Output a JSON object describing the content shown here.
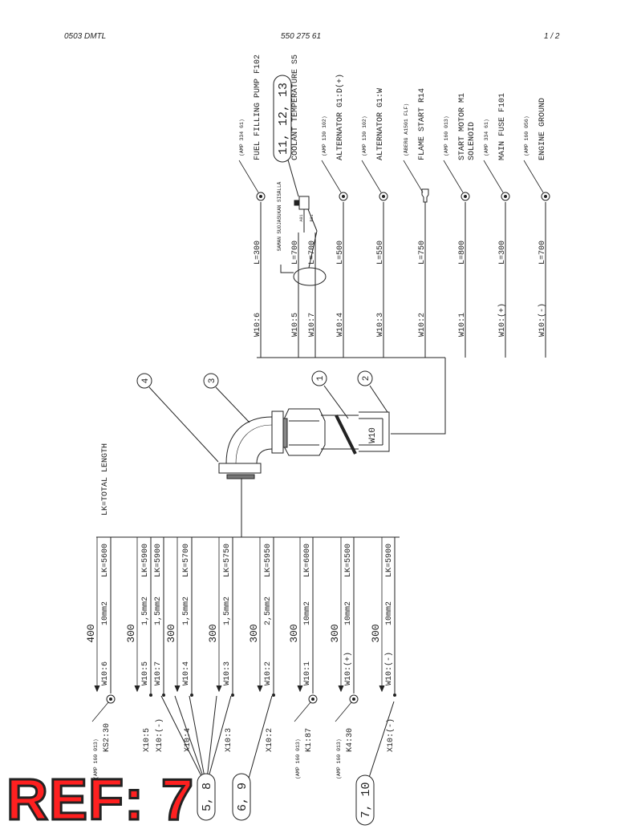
{
  "header": {
    "doc_code": "0503 DMTL",
    "part_number": "550 275 61",
    "page": "1 /  2"
  },
  "ref_label": "REF: 7",
  "total_length_note": "LK=TOTAL LENGTH",
  "top_branches": [
    {
      "wire": "W10:6",
      "length": "L=300",
      "part": "(AMP 334 61)",
      "desc1": "FUEL FILLING PUMP F102",
      "desc2": ""
    },
    {
      "wire": "W10:5",
      "length": "L=700",
      "part": "",
      "desc1": "COOLANT TEMPERATURE S5",
      "desc2": ""
    },
    {
      "wire": "W10:7",
      "length": "L=700",
      "part": "",
      "desc1": "",
      "desc2": ""
    },
    {
      "wire": "W10:4",
      "length": "L=500",
      "part": "(AMP 130 102)",
      "desc1": "ALTERNATOR G1:D(+)",
      "desc2": ""
    },
    {
      "wire": "W10:3",
      "length": "L=550",
      "part": "(AMP 130 102)",
      "desc1": "ALTERNATOR G1:W",
      "desc2": ""
    },
    {
      "wire": "W10:2",
      "length": "L=750",
      "part": "(ÅBERG A1501 FLF)",
      "desc1": "FLAME START R14",
      "desc2": ""
    },
    {
      "wire": "W10:1",
      "length": "L=800",
      "part": "(AMP 160 013)",
      "desc1": "START MOTOR M1",
      "desc2": "SOLENOID"
    },
    {
      "wire": "W10:(+)",
      "length": "L=300",
      "part": "(AMP 334 61)",
      "desc1": "MAIN FUSE F101",
      "desc2": ""
    },
    {
      "wire": "W10:(-)",
      "length": "L=700",
      "part": "(AMP 160 056)",
      "desc1": "ENGINE GROUND",
      "desc2": ""
    }
  ],
  "sensor_note": "SAMAN SUOJASUKAN SISÄLLÄ",
  "sensor_pins": [
    "A01",
    "B01"
  ],
  "ref_bubbles": {
    "top": "11, 12, 13",
    "group_58": "5, 8",
    "group_69": "6, 9",
    "group_710": "7, 10"
  },
  "items": [
    "1",
    "2",
    "3",
    "4"
  ],
  "conduit_label": "W10",
  "bottom_rows": [
    {
      "segment": "400",
      "wire": "W10:6",
      "size": "10mm2",
      "lk": "LK=5600",
      "term": "KS2:30",
      "part": "(AMP 160 013)"
    },
    {
      "segment": "300",
      "wire": "W10:5",
      "size": "1,5mm2",
      "lk": "LK=5900",
      "term": "X10:5",
      "part": ""
    },
    {
      "segment": "",
      "wire": "W10:7",
      "size": "1,5mm2",
      "lk": "LK=5900",
      "term": "X10:(-)",
      "part": ""
    },
    {
      "segment": "300",
      "wire": "W10:4",
      "size": "1,5mm2",
      "lk": "LK=5700",
      "term": "X10:4",
      "part": ""
    },
    {
      "segment": "300",
      "wire": "W10:3",
      "size": "1,5mm2",
      "lk": "LK=5750",
      "term": "X10:3",
      "part": ""
    },
    {
      "segment": "300",
      "wire": "W10:2",
      "size": "2,5mm2",
      "lk": "LK=5950",
      "term": "X10:2",
      "part": ""
    },
    {
      "segment": "300",
      "wire": "W10:1",
      "size": "10mm2",
      "lk": "LK=6000",
      "term": "K1:87",
      "part": "(AMP 160 013)"
    },
    {
      "segment": "300",
      "wire": "W10:(+)",
      "size": "10mm2",
      "lk": "LK=5500",
      "term": "K4:30",
      "part": "(AMP 160 013)"
    },
    {
      "segment": "300",
      "wire": "W10:(-)",
      "size": "10mm2",
      "lk": "LK=5900",
      "term": "X10:(-)",
      "part": ""
    }
  ]
}
